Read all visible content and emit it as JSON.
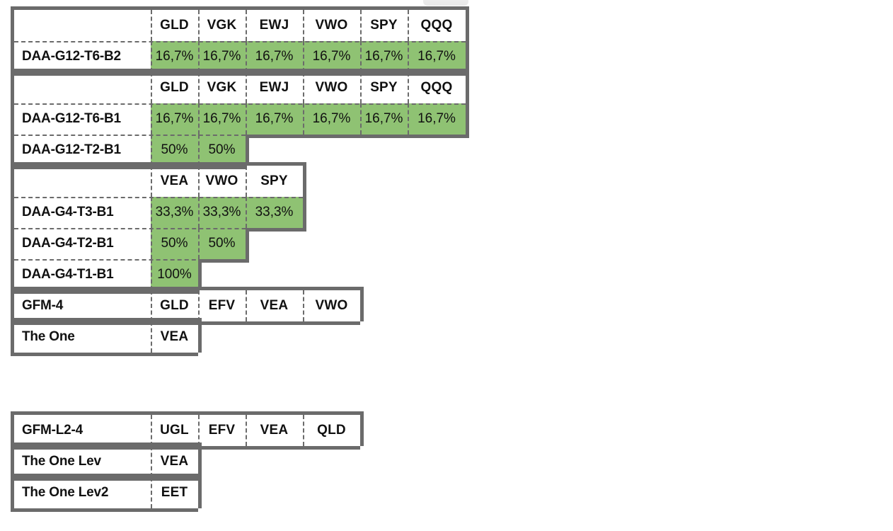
{
  "page": {
    "background": "#ffffff",
    "fill_color": "#8fc273",
    "border_color": "#6b6b6b",
    "text_color": "#111111"
  },
  "tables": [
    {
      "name": "strategies-table",
      "groups": [
        {
          "name": "daa-g12-t6-b2-group",
          "rows": [
            {
              "type": "header",
              "label": "",
              "cells": [
                "GLD",
                "VGK",
                "EWJ",
                "VWO",
                "SPY",
                "QQQ"
              ],
              "filled": false
            },
            {
              "type": "data",
              "label": "DAA-G12-T6-B2",
              "cells": [
                "16,7%",
                "16,7%",
                "16,7%",
                "16,7%",
                "16,7%",
                "16,7%"
              ],
              "filled": true
            }
          ]
        },
        {
          "name": "daa-g12-b1-group",
          "rows": [
            {
              "type": "header",
              "label": "",
              "cells": [
                "GLD",
                "VGK",
                "EWJ",
                "VWO",
                "SPY",
                "QQQ"
              ],
              "filled": false
            },
            {
              "type": "data",
              "label": "DAA-G12-T6-B1",
              "cells": [
                "16,7%",
                "16,7%",
                "16,7%",
                "16,7%",
                "16,7%",
                "16,7%"
              ],
              "filled": true
            },
            {
              "type": "data",
              "label": "DAA-G12-T2-B1",
              "cells": [
                "50%",
                "50%"
              ],
              "filled": true
            }
          ]
        },
        {
          "name": "daa-g4-group",
          "rows": [
            {
              "type": "header",
              "label": "",
              "cells": [
                "VEA",
                "VWO",
                "SPY"
              ],
              "filled": false
            },
            {
              "type": "data",
              "label": "DAA-G4-T3-B1",
              "cells": [
                "33,3%",
                "33,3%",
                "33,3%"
              ],
              "filled": true
            },
            {
              "type": "data",
              "label": "DAA-G4-T2-B1",
              "cells": [
                "50%",
                "50%"
              ],
              "filled": true
            },
            {
              "type": "data",
              "label": "DAA-G4-T1-B1",
              "cells": [
                "100%"
              ],
              "filled": true
            }
          ]
        },
        {
          "name": "gfm-4-group",
          "rows": [
            {
              "type": "ticker",
              "label": "GFM-4",
              "cells": [
                "GLD",
                "EFV",
                "VEA",
                "VWO"
              ],
              "filled": false
            }
          ]
        },
        {
          "name": "the-one-group",
          "rows": [
            {
              "type": "ticker",
              "label": "The One",
              "cells": [
                "VEA"
              ],
              "filled": false
            }
          ]
        }
      ]
    },
    {
      "name": "leveraged-table",
      "groups": [
        {
          "name": "gfm-l2-4-group",
          "rows": [
            {
              "type": "ticker",
              "label": "GFM-L2-4",
              "cells": [
                "UGL",
                "EFV",
                "VEA",
                "QLD"
              ],
              "filled": false
            }
          ]
        },
        {
          "name": "the-one-lev-group",
          "rows": [
            {
              "type": "ticker",
              "label": "The One Lev",
              "cells": [
                "VEA"
              ],
              "filled": false
            }
          ]
        },
        {
          "name": "the-one-lev2-group",
          "rows": [
            {
              "type": "ticker",
              "label": "The One Lev2",
              "cells": [
                "EET"
              ],
              "filled": false
            }
          ]
        }
      ]
    }
  ]
}
